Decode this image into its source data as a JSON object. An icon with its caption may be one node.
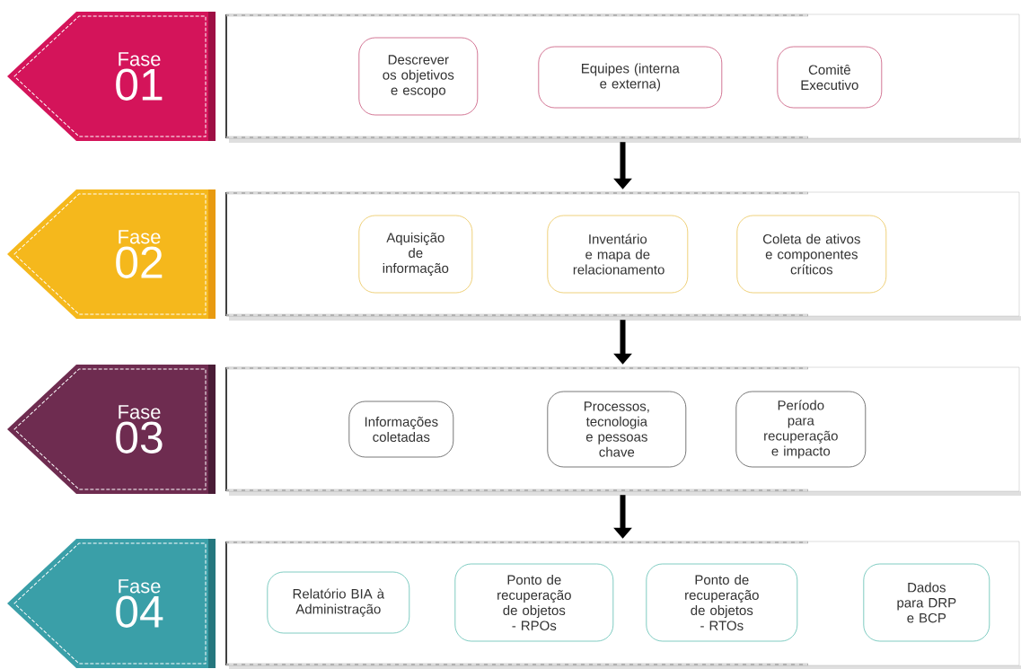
{
  "diagram": {
    "nodes": [
      {
        "text": [
          "Fase",
          "01"
        ]
      },
      {
        "text": [],
        "shape": "box"
      },
      {
        "text": [
          "Descrever os objetivos e escopo"
        ],
        "in": 1
      },
      {
        "text": [
          "Equipes (interna e externa)"
        ],
        "in": 1
      },
      {
        "text": [
          "Comitê Executivo"
        ],
        "in": 1
      },
      {
        "text": [
          "Fase",
          "02"
        ]
      },
      {
        "text": [],
        "shape": "box"
      },
      {
        "text": [
          "Aquisição de informação"
        ],
        "in": 6
      },
      {
        "text": [
          "Inventário e mapa de relacionamento"
        ],
        "in": 6
      },
      {
        "text": [
          "Coleta de ativos e componentes críticos"
        ],
        "in": 6
      },
      {
        "text": [
          "Fase",
          "03"
        ]
      },
      {
        "text": [],
        "shape": "box"
      },
      {
        "text": [
          "Informações coletadas"
        ],
        "in": 11
      },
      {
        "text": [
          "Processos, tecnologia e pessoas chave"
        ],
        "in": 11
      },
      {
        "text": [
          "Período para recuperação e impacto"
        ],
        "in": 11
      },
      {
        "text": [
          "Fase",
          "04"
        ]
      },
      {
        "text": [],
        "shape": "box"
      },
      {
        "text": [
          "Relatório BIA à Administração"
        ],
        "in": 16
      },
      {
        "text": [
          "Ponto de recuperação de objetos - RPOs"
        ],
        "in": 16
      },
      {
        "text": [
          "Ponto de recuperação de objetos - RTOs"
        ],
        "in": 16
      },
      {
        "text": [
          "Dados para DRP e BCP"
        ],
        "in": 16
      }
    ],
    "edges": [
      {
        "from": 1,
        "to": 6,
        "arrow": "to"
      },
      {
        "from": 6,
        "to": 11,
        "arrow": "to"
      },
      {
        "from": 11,
        "to": 16,
        "arrow": "to"
      }
    ]
  }
}
